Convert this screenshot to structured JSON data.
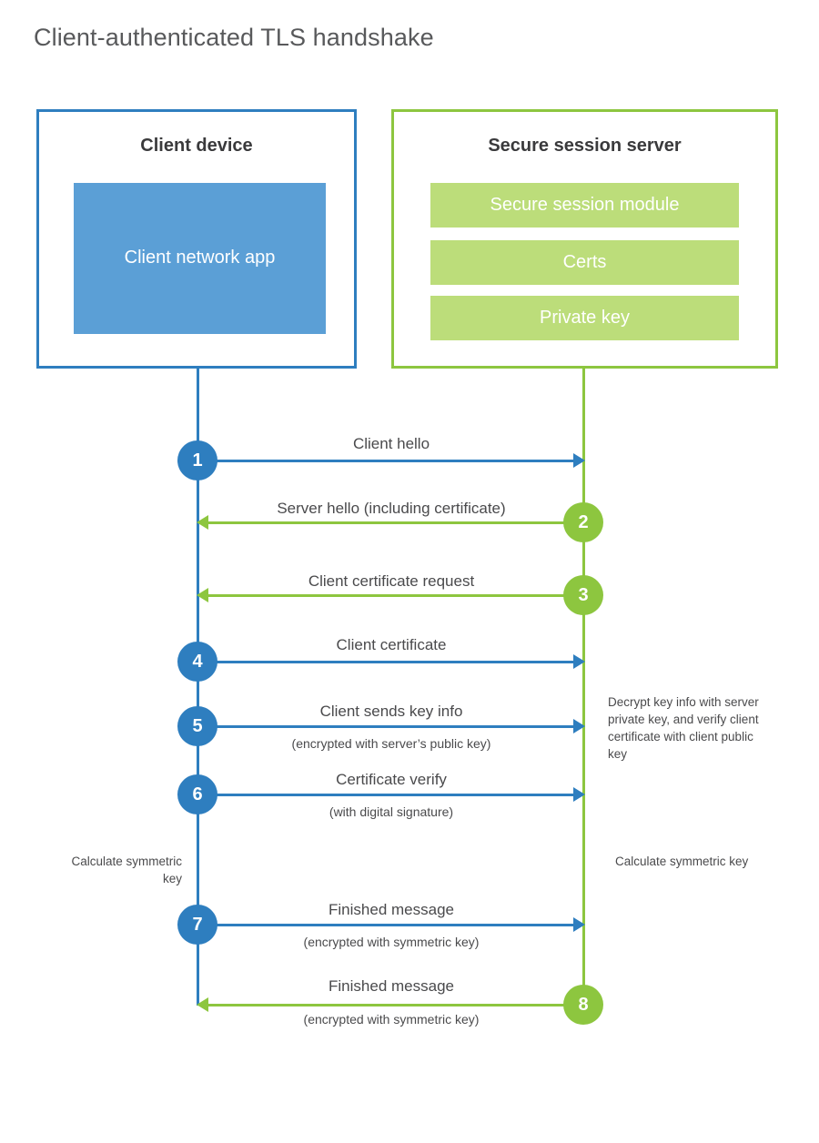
{
  "page": {
    "title": "Client-authenticated TLS handshake"
  },
  "colors": {
    "blue_stroke": "#2e7ebf",
    "blue_fill": "#5b9fd6",
    "green_stroke": "#8dc63f",
    "green_fill": "#bcdd7a",
    "text": "#4a4a4c",
    "title_text": "#58595b",
    "background": "#ffffff"
  },
  "client": {
    "title": "Client device",
    "blocks": [
      {
        "label": "Client network app"
      }
    ]
  },
  "server": {
    "title": "Secure session server",
    "blocks": [
      {
        "label": "Secure session module"
      },
      {
        "label": "Certs"
      },
      {
        "label": "Private key"
      }
    ]
  },
  "notes": {
    "decrypt": "Decrypt key info with server private key, and verify client certificate with client public key",
    "calculate_client": "Calculate symmetric key",
    "calculate_server": "Calculate symmetric key"
  },
  "steps": [
    {
      "number": "1",
      "label": "Client hello",
      "sublabel": "",
      "direction": "client-to-server",
      "color": "blue"
    },
    {
      "number": "2",
      "label": "Server hello (including certificate)",
      "sublabel": "",
      "direction": "server-to-client",
      "color": "green"
    },
    {
      "number": "3",
      "label": "Client certificate request",
      "sublabel": "",
      "direction": "server-to-client",
      "color": "green"
    },
    {
      "number": "4",
      "label": "Client certificate",
      "sublabel": "",
      "direction": "client-to-server",
      "color": "blue"
    },
    {
      "number": "5",
      "label": "Client sends key info",
      "sublabel": "(encrypted with server’s public key)",
      "direction": "client-to-server",
      "color": "blue"
    },
    {
      "number": "6",
      "label": "Certificate verify",
      "sublabel": "(with digital signature)",
      "direction": "client-to-server",
      "color": "blue"
    },
    {
      "number": "7",
      "label": "Finished message",
      "sublabel": "(encrypted with symmetric key)",
      "direction": "client-to-server",
      "color": "blue"
    },
    {
      "number": "8",
      "label": "Finished message",
      "sublabel": "(encrypted with symmetric key)",
      "direction": "server-to-client",
      "color": "green"
    }
  ]
}
